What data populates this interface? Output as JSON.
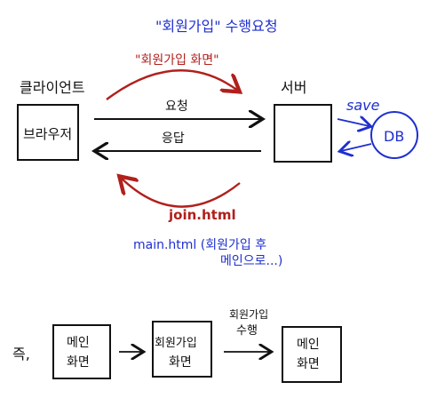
{
  "top": {
    "request_note": "\"회원가입\" 수행요청",
    "response_note": "\"회원가입 화면\"",
    "client_label": "클라이언트",
    "browser_label": "브라우저",
    "server_label": "서버",
    "save_label": "save",
    "db_label": "DB",
    "request_arrow_label": "요청",
    "response_arrow_label": "응답",
    "join_html": "join.html",
    "main_html_line1": "main.html (회원가입 후",
    "main_html_line2": "메인으로...)"
  },
  "bottom": {
    "prefix": "즉,",
    "box1_line1": "메인",
    "box1_line2": "화면",
    "box2_line1": "회원가입",
    "box2_line2": "화면",
    "action_line1": "회원가입",
    "action_line2": "수행",
    "box3_line1": "메인",
    "box3_line2": "화면"
  },
  "colors": {
    "ink": "#111111",
    "blue": "#1f2fd0",
    "red": "#b0201c"
  }
}
